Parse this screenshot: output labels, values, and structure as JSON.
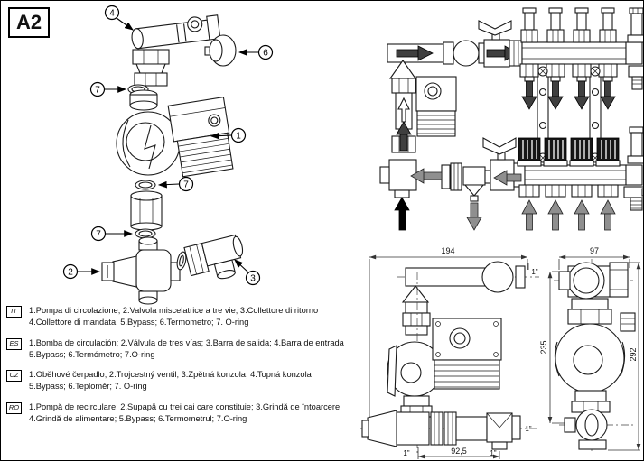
{
  "page": {
    "label": "A2"
  },
  "exploded_view": {
    "callouts": [
      {
        "n": "4"
      },
      {
        "n": "6"
      },
      {
        "n": "7"
      },
      {
        "n": "1"
      },
      {
        "n": "7"
      },
      {
        "n": "7"
      },
      {
        "n": "2"
      },
      {
        "n": "3"
      }
    ]
  },
  "legend": {
    "entries": [
      {
        "code": "IT",
        "lines": [
          "1.Pompa di circolazione; 2.Valvola miscelatrice a tre vie; 3.Collettore di ritorno",
          "4.Collettore di mandata; 5.Bypass; 6.Termometro; 7. O-ring"
        ]
      },
      {
        "code": "ES",
        "lines": [
          "1.Bomba de circulación; 2.Válvula de tres vías; 3.Barra de salida; 4.Barra de entrada",
          "5.Bypass; 6.Termómetro; 7.O-ring"
        ]
      },
      {
        "code": "CZ",
        "lines": [
          "1.Oběhové čerpadlo; 2.Trojcestný ventil; 3.Zpětná konzola; 4.Topná konzola",
          "5.Bypass; 6.Teploměr; 7. O-ring"
        ]
      },
      {
        "code": "RO",
        "lines": [
          "1.Pompă de recirculare; 2.Supapă cu trei cai care constituie; 3.Grindă de întoarcere",
          "4.Grindă de alimentare; 5.Bypass; 6.Termometrul; 7.O-ring"
        ]
      }
    ]
  },
  "dimensions": {
    "front_view": {
      "overall_width": "194",
      "top_connection": "1\"",
      "side_connection": "1\"",
      "bottom_left_connection": "1\"",
      "port_spacing": "92,5",
      "bottom_right_connection": "1\""
    },
    "side_view": {
      "overall_width": "97",
      "pump_height": "235",
      "overall_height": "292"
    }
  },
  "colors": {
    "line": "#1a1a1a",
    "arrow_dark": "#3f3f3f",
    "arrow_gray": "#8f8f8f",
    "arrow_black": "#000000"
  }
}
